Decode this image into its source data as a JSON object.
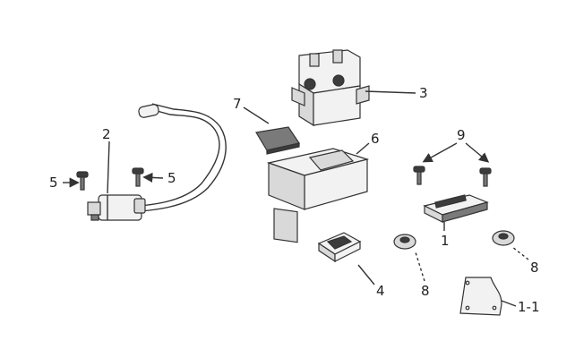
{
  "callouts": {
    "c1": "1",
    "c1_1": "1-1",
    "c2": "2",
    "c3": "3",
    "c4": "4",
    "c5_left": "5",
    "c5_right": "5",
    "c6": "6",
    "c7": "7",
    "c8_bottom": "8",
    "c8_right": "8",
    "c9": "9"
  }
}
